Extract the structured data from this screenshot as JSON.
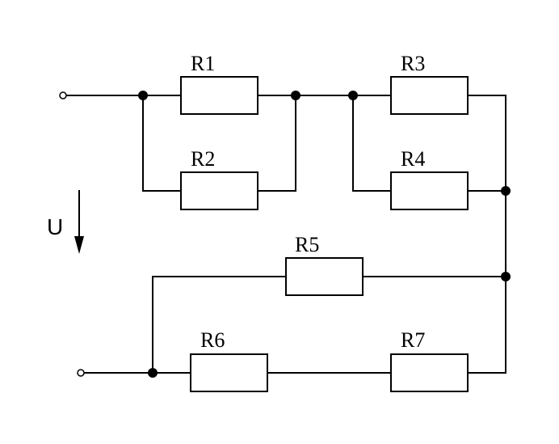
{
  "resistors": {
    "r1": "R1",
    "r2": "R2",
    "r3": "R3",
    "r4": "R4",
    "r5": "R5",
    "r6": "R6",
    "r7": "R7"
  },
  "voltage": {
    "label": "U"
  }
}
